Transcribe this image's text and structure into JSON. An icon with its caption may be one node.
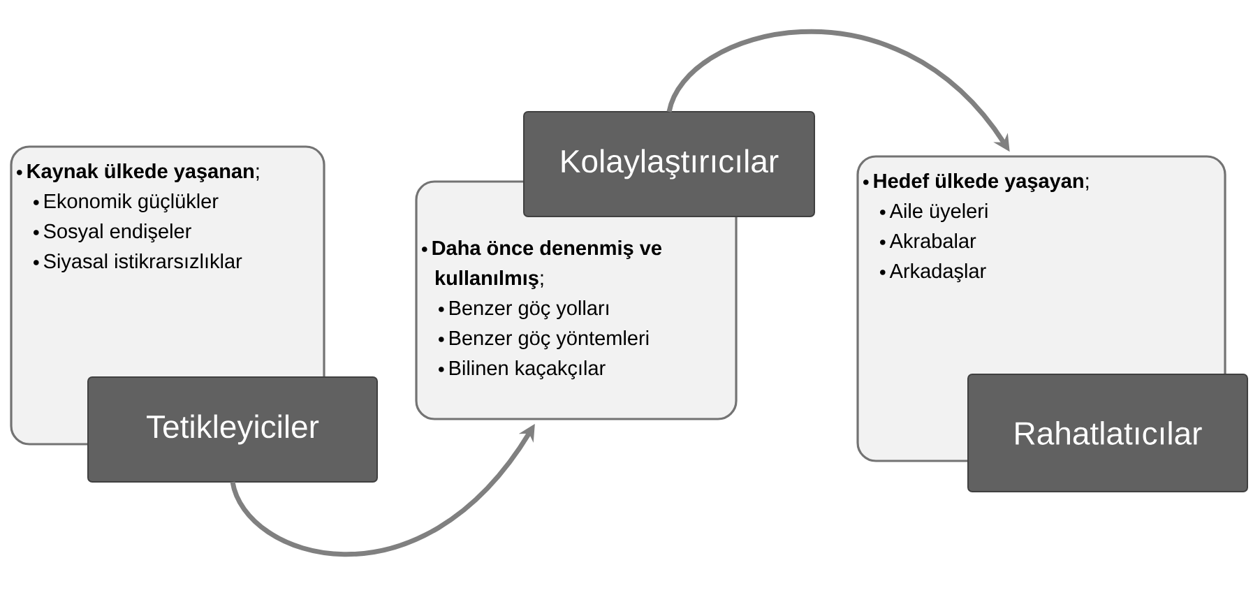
{
  "diagram": {
    "nodes": [
      {
        "text": [
          "**Kaynak ülkede yaşanan**;",
          "Ekonomik güçlükler",
          "Sosyal endişeler",
          "Siyasal istikrarsızlıklar"
        ]
      },
      {
        "text": [
          "Tetikleyiciler"
        ]
      },
      {
        "text": [
          "**Daha önce denenmiş ve kullanılmış**;",
          "Benzer göç yolları",
          "Benzer göç yöntemleri",
          "Bilinen kaçakçılar"
        ]
      },
      {
        "text": [
          "Kolaylaştırıcılar"
        ]
      },
      {
        "text": [
          "**Hedef ülkede yaşayan**;",
          "Aile üyeleri",
          "Akrabalar",
          "Arkadaşlar"
        ]
      },
      {
        "text": [
          "Rahatlatıcılar"
        ]
      }
    ],
    "edges": [
      {
        "from": 1,
        "to": 2,
        "arrow": "to"
      },
      {
        "from": 3,
        "to": 4,
        "arrow": "to"
      }
    ]
  }
}
